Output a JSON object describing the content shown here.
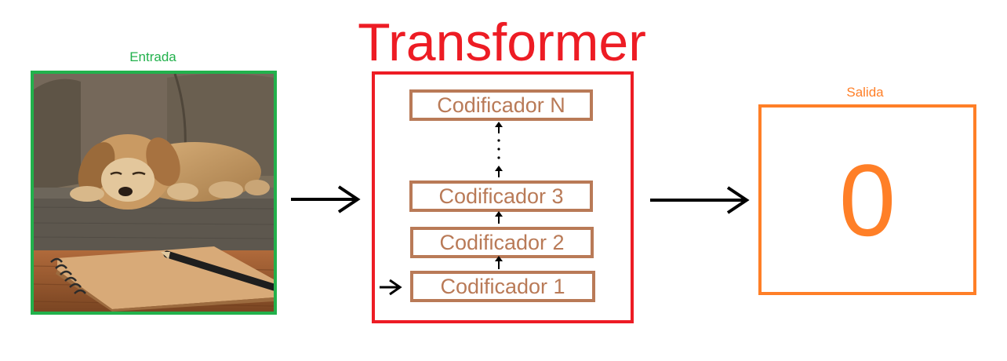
{
  "diagram": {
    "input": {
      "label": "Entrada",
      "image_description_icon": "sleeping-puppy-image"
    },
    "transformer": {
      "title": "Transformer",
      "encoders": [
        "Codificador N",
        "Codificador 3",
        "Codificador 2",
        "Codificador 1"
      ]
    },
    "output": {
      "label": "Salida",
      "value": "0"
    },
    "colors": {
      "input": "#22b14c",
      "transformer": "#ed1c24",
      "encoder": "#b97a57",
      "output": "#ff7f27",
      "arrows": "#000000"
    }
  }
}
